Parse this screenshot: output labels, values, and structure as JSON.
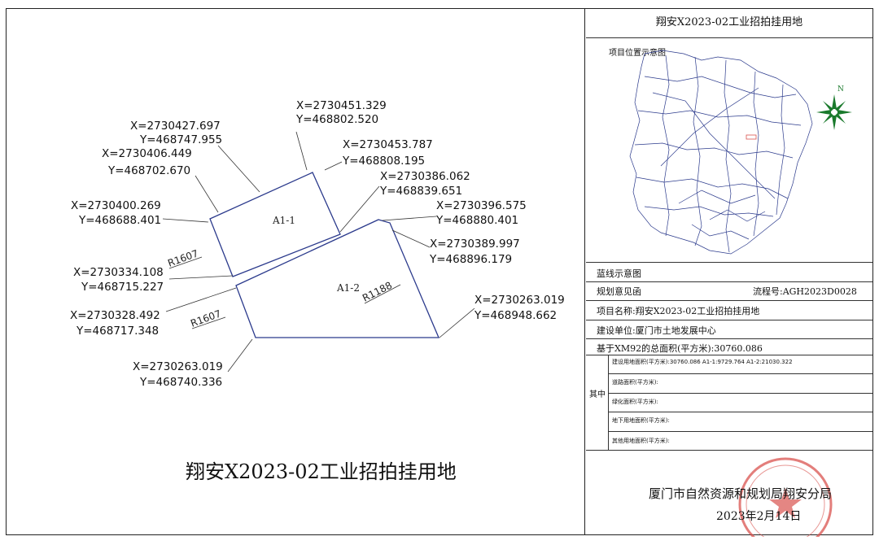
{
  "document_title": "翔安X2023-02工业招拍挂用地",
  "parcels": [
    {
      "label": "A1-1"
    },
    {
      "label": "A1-2"
    }
  ],
  "radius_labels": [
    "R1607",
    "R1607",
    "R1188"
  ],
  "coordinates": [
    {
      "x": "X=2730427.697",
      "y": "Y=468747.955"
    },
    {
      "x": "X=2730451.329",
      "y": "Y=468802.520"
    },
    {
      "x": "X=2730406.449",
      "y": "Y=468702.670"
    },
    {
      "x": "X=2730453.787",
      "y": "Y=468808.195"
    },
    {
      "x": "X=2730386.062",
      "y": "Y=468839.651"
    },
    {
      "x": "X=2730400.269",
      "y": "Y=468688.401"
    },
    {
      "x": "X=2730396.575",
      "y": "Y=468880.401"
    },
    {
      "x": "X=2730389.997",
      "y": "Y=468896.179"
    },
    {
      "x": "X=2730334.108",
      "y": "Y=468715.227"
    },
    {
      "x": "X=2730328.492",
      "y": "Y=468717.348"
    },
    {
      "x": "X=2730263.019",
      "y": "Y=468948.662"
    },
    {
      "x": "X=2730263.019",
      "y": "Y=468740.336"
    }
  ],
  "title_block": {
    "header": "翔安X2023-02工业招拍挂用地",
    "location_map_label": "项目位置示意图",
    "north_arrow_label": "N",
    "rows": {
      "blueline": "蓝线示意图",
      "opinion": "规划意见函",
      "flow_no": "流程号:AGH2023D0028",
      "project_name": "项目名称:翔安X2023-02工业招拍挂用地",
      "unit": "建设单位:厦门市土地发展中心",
      "total_area": "基于XM92的总面积(平方米):30760.086"
    },
    "breakdown_label": "其中",
    "breakdown": [
      "建设用地面积(平方米):30760.086 A1-1:9729.764 A1-2:21030.322",
      "道路面积(平方米):",
      "绿化面积(平方米):",
      "地下用地面积(平方米):",
      "其他用地面积(平方米):"
    ],
    "issuer": "厦门市自然资源和规划局翔安分局",
    "date": "2023年2月14日",
    "seal_color": "#d9534f"
  }
}
